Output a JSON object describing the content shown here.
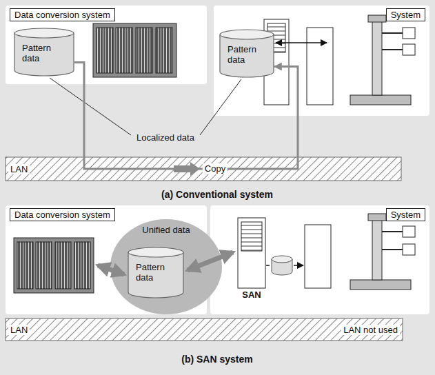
{
  "diagram": {
    "nodes": [
      {
        "text": [
          "Data conversion system"
        ]
      },
      {
        "text": [
          "Pattern data"
        ],
        "in": 0
      },
      {
        "text": [
          "System"
        ]
      },
      {
        "text": [
          "Pattern data"
        ],
        "in": 2
      },
      {
        "text": [
          "LAN"
        ]
      },
      {
        "text": [
          "Data conversion system"
        ]
      },
      {
        "text": [
          "System"
        ]
      },
      {
        "text": [
          "Unified data"
        ]
      },
      {
        "text": [
          "Pattern data"
        ],
        "in": 7
      },
      {
        "text": [
          "LAN",
          "LAN not used"
        ]
      }
    ],
    "edges": [
      {
        "from": 1,
        "to": 3,
        "arrow": "to",
        "label": "Copy"
      }
    ],
    "labels": [
      "Localized data",
      "(a) Conventional system",
      "SAN",
      "(b) SAN system"
    ]
  }
}
